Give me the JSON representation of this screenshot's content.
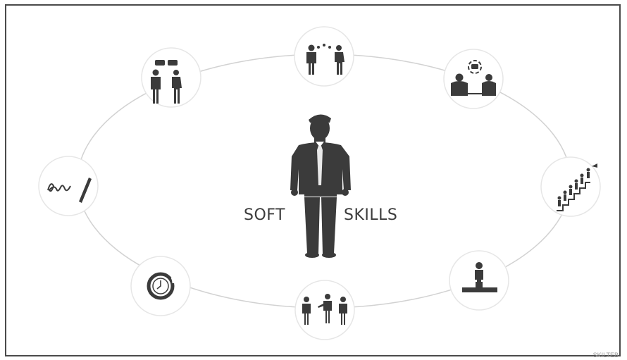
{
  "diagram": {
    "center_label_left": "SOFT",
    "center_label_right": "SKILLS",
    "corner_text": "SKILTEB",
    "nodes": [
      {
        "id": "communication-dialogue",
        "icon": "two-people-speech-bubbles-icon"
      },
      {
        "id": "conversation",
        "icon": "two-people-talking-dots-icon"
      },
      {
        "id": "teamwork-discussion",
        "icon": "two-people-at-table-exchange-icon"
      },
      {
        "id": "career-growth",
        "icon": "people-climbing-stairs-icon"
      },
      {
        "id": "leadership",
        "icon": "person-on-podium-icon"
      },
      {
        "id": "presentation",
        "icon": "three-people-presenting-icon"
      },
      {
        "id": "time-management",
        "icon": "clock-icon"
      },
      {
        "id": "writing",
        "icon": "signature-pen-icon"
      }
    ],
    "colors": {
      "figure": "#3b3b3b",
      "ring": "#d2d2d2",
      "node_border": "#e6e6e6",
      "text": "#3c3c3c"
    }
  }
}
